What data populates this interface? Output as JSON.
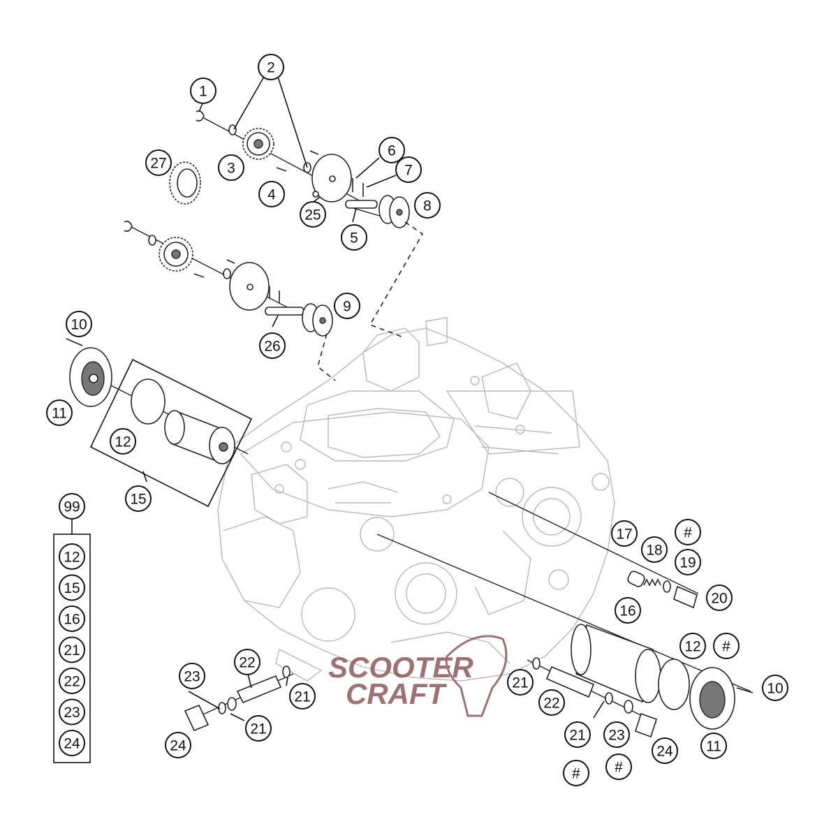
{
  "diagram": {
    "callouts": [
      {
        "id": "c1",
        "label": "1"
      },
      {
        "id": "c2",
        "label": "2"
      },
      {
        "id": "c3",
        "label": "3"
      },
      {
        "id": "c4",
        "label": "4"
      },
      {
        "id": "c5",
        "label": "5"
      },
      {
        "id": "c6",
        "label": "6"
      },
      {
        "id": "c7",
        "label": "7"
      },
      {
        "id": "c8",
        "label": "8"
      },
      {
        "id": "c9",
        "label": "9"
      },
      {
        "id": "c10a",
        "label": "10"
      },
      {
        "id": "c10b",
        "label": "10"
      },
      {
        "id": "c11a",
        "label": "11"
      },
      {
        "id": "c11b",
        "label": "11"
      },
      {
        "id": "c12a",
        "label": "12"
      },
      {
        "id": "c12b",
        "label": "12"
      },
      {
        "id": "c15",
        "label": "15"
      },
      {
        "id": "c16",
        "label": "16"
      },
      {
        "id": "c17",
        "label": "17"
      },
      {
        "id": "c18",
        "label": "18"
      },
      {
        "id": "c19",
        "label": "19"
      },
      {
        "id": "c20",
        "label": "20"
      },
      {
        "id": "c21a",
        "label": "21"
      },
      {
        "id": "c21b",
        "label": "21"
      },
      {
        "id": "c21c",
        "label": "21"
      },
      {
        "id": "c21d",
        "label": "21"
      },
      {
        "id": "c22a",
        "label": "22"
      },
      {
        "id": "c22b",
        "label": "22"
      },
      {
        "id": "c23a",
        "label": "23"
      },
      {
        "id": "c23b",
        "label": "23"
      },
      {
        "id": "c24a",
        "label": "24"
      },
      {
        "id": "c24b",
        "label": "24"
      },
      {
        "id": "c25",
        "label": "25"
      },
      {
        "id": "c26",
        "label": "26"
      },
      {
        "id": "c27",
        "label": "27"
      },
      {
        "id": "h1",
        "label": "#"
      },
      {
        "id": "h2",
        "label": "#"
      },
      {
        "id": "h3",
        "label": "#"
      },
      {
        "id": "h4",
        "label": "#"
      }
    ],
    "kit": {
      "label": "99",
      "items": [
        "12",
        "15",
        "16",
        "21",
        "22",
        "23",
        "24"
      ]
    }
  },
  "watermark": {
    "line1": "SCOOTER",
    "line2": "CRAFT",
    "color": "#8c5a5e"
  }
}
